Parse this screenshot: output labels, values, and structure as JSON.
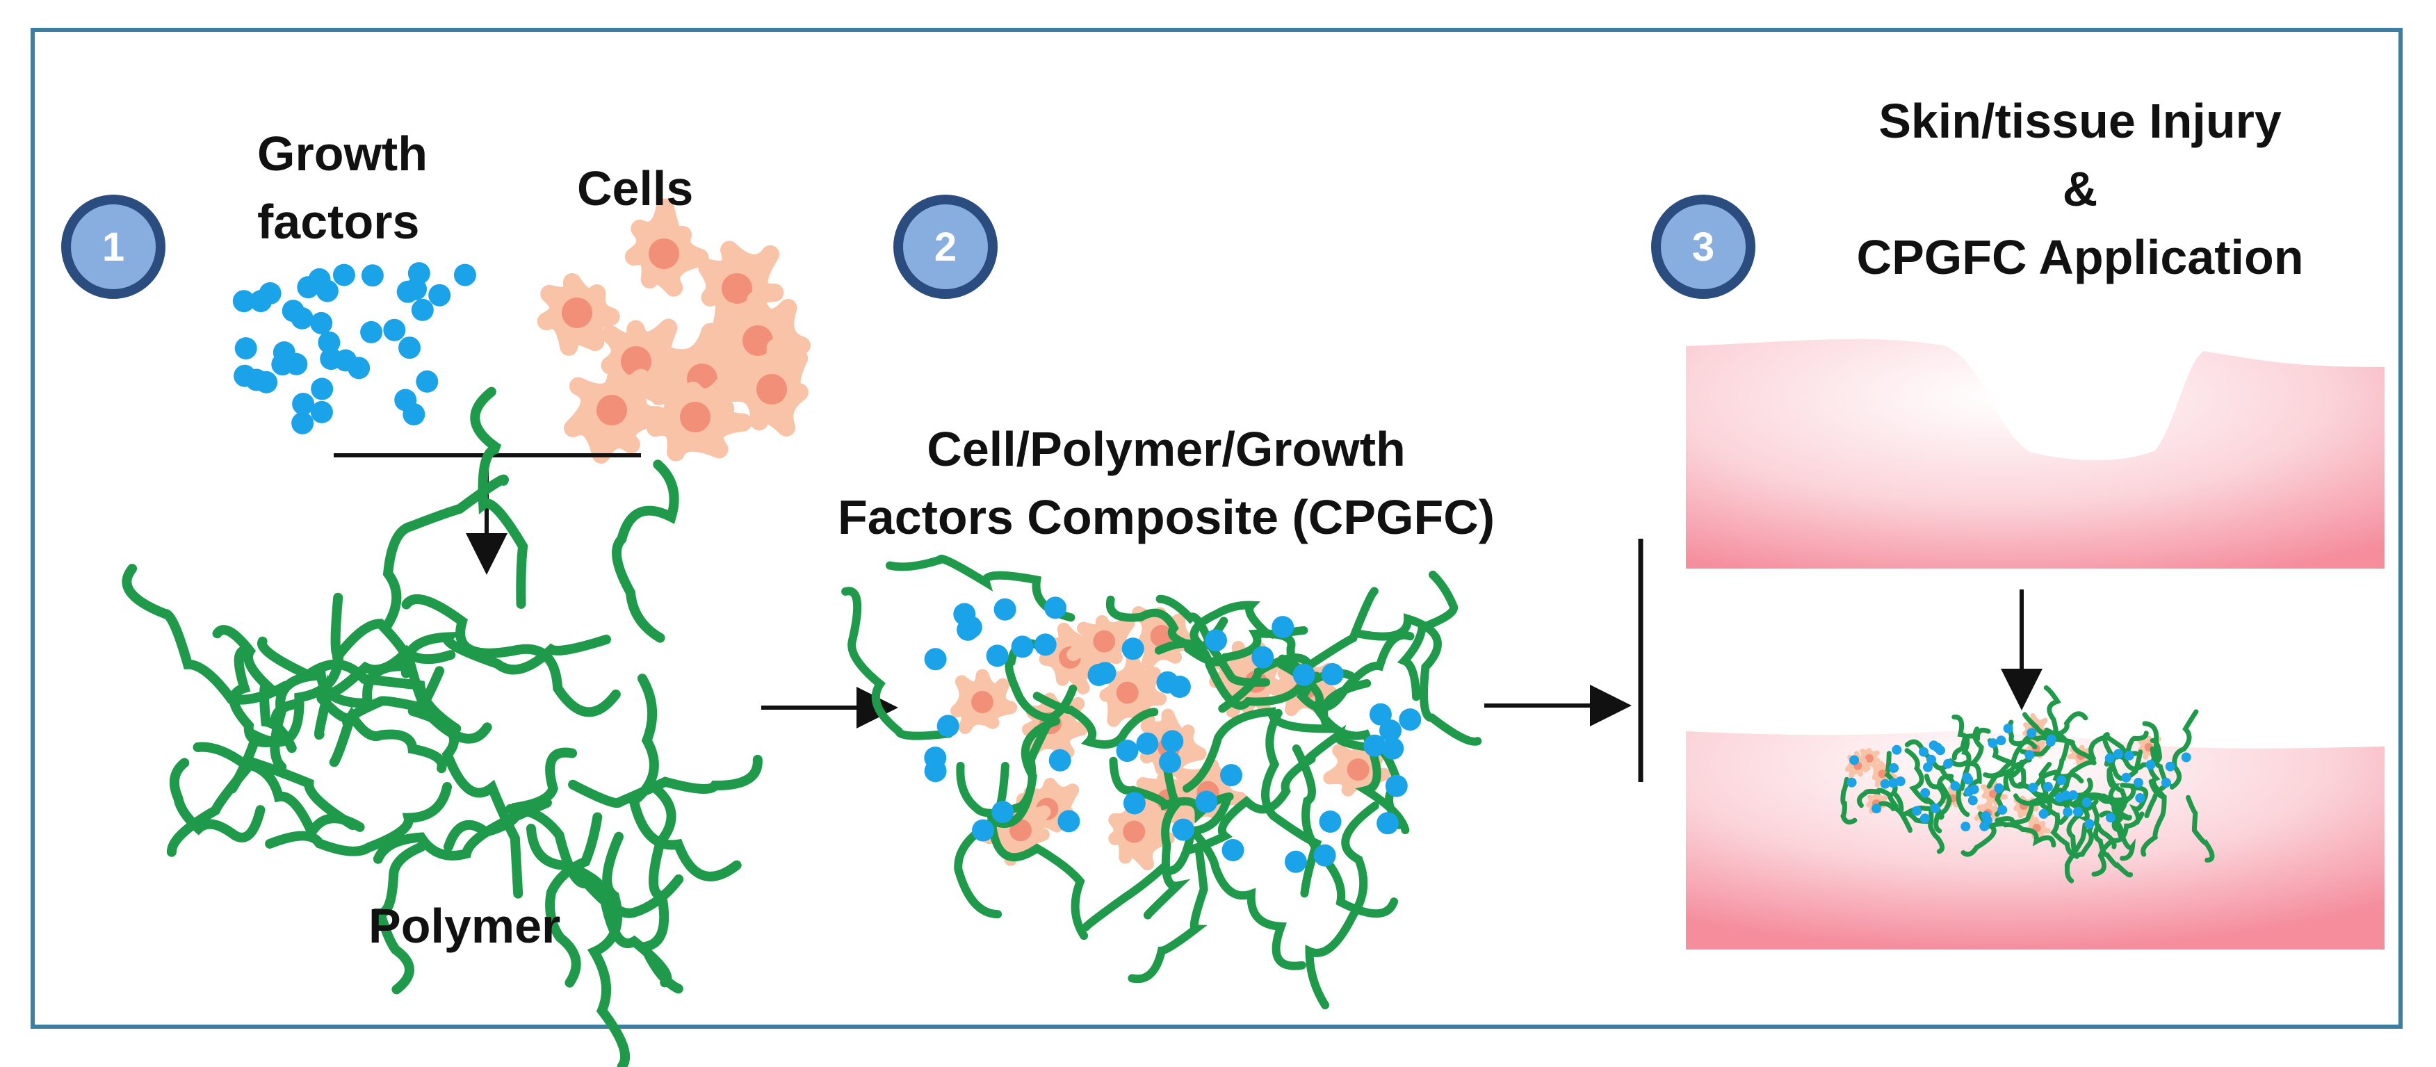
{
  "steps": [
    "1",
    "2",
    "3"
  ],
  "labels": {
    "growth_factors": [
      "Growth",
      "factors"
    ],
    "cells": "Cells",
    "polymer": "Polymer",
    "composite": [
      "Cell/Polymer/Growth",
      "Factors Composite (CPGFC)"
    ],
    "injury": [
      "Skin/tissue Injury",
      "&",
      "CPGFC Application"
    ]
  },
  "colors": {
    "frame": "#3d7fa3",
    "step_fill": "#88aee0",
    "step_ring": "#2b4c7e",
    "growth_factor": "#1aa3e8",
    "cell_body": "#f9c3a7",
    "cell_nucleus": "#f28f78",
    "polymer": "#1e9a4a",
    "tissue": "#f58d9d"
  }
}
